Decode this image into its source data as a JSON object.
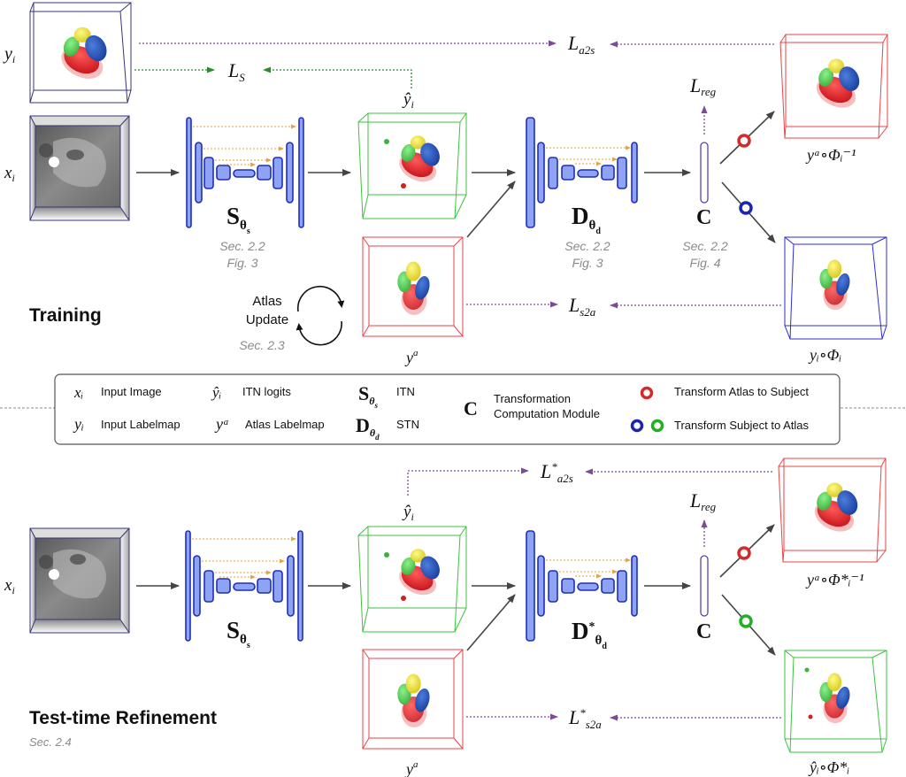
{
  "sections": {
    "training": {
      "title": "Training"
    },
    "test_time": {
      "title": "Test-time Refinement",
      "ref": "Sec. 2.4"
    }
  },
  "training": {
    "input_image_label": "x",
    "input_image_sub": "i",
    "input_labelmap_label": "y",
    "input_labelmap_sub": "i",
    "loss_s": {
      "main": "L",
      "sub": "S"
    },
    "loss_a2s": {
      "main": "L",
      "sub": "a2s"
    },
    "loss_s2a": {
      "main": "L",
      "sub": "s2a"
    },
    "loss_reg": {
      "main": "L",
      "sub": "reg"
    },
    "itn": {
      "main": "S",
      "sub": "θ",
      "subsub": "s",
      "ref1": "Sec. 2.2",
      "ref2": "Fig. 3"
    },
    "stn": {
      "main": "D",
      "sub": "θ",
      "subsub": "d",
      "ref1": "Sec. 2.2",
      "ref2": "Fig. 3"
    },
    "tcm": {
      "main": "C",
      "ref1": "Sec. 2.2",
      "ref2": "Fig. 4"
    },
    "yhat_label": "ŷ",
    "yhat_sub": "i",
    "atlas_label": "y",
    "atlas_sup": "a",
    "atlas_update": {
      "line1": "Atlas",
      "line2": "Update",
      "ref": "Sec. 2.3"
    },
    "output_a2s": "yᵃ∘Φᵢ⁻¹",
    "output_s2a": "yᵢ∘Φᵢ"
  },
  "test_time": {
    "input_image_label": "x",
    "input_image_sub": "i",
    "loss_a2s": {
      "main": "L",
      "star": "*",
      "sub": "a2s"
    },
    "loss_s2a": {
      "main": "L",
      "star": "*",
      "sub": "s2a"
    },
    "loss_reg": {
      "main": "L",
      "sub": "reg"
    },
    "itn": {
      "main": "S",
      "sub": "θ",
      "subsub": "s"
    },
    "stn": {
      "main": "D",
      "star": "*",
      "sub": "θ",
      "subsub": "d"
    },
    "tcm": {
      "main": "C"
    },
    "yhat_label": "ŷ",
    "yhat_sub": "i",
    "atlas_label": "y",
    "atlas_sup": "a",
    "output_a2s": "yᵃ∘Φ*ᵢ⁻¹",
    "output_s2a": "ŷᵢ∘Φ*ᵢ"
  },
  "legend": {
    "items": [
      {
        "symbol": "xᵢ",
        "text": "Input Image"
      },
      {
        "symbol": "yᵢ",
        "text": "Input Labelmap"
      },
      {
        "symbol": "ŷᵢ",
        "text": "ITN logits"
      },
      {
        "symbol": "yᵃ",
        "text": "Atlas Labelmap"
      },
      {
        "symbol": "Sθs",
        "text": "ITN"
      },
      {
        "symbol": "Dθd",
        "text": "STN"
      },
      {
        "symbol": "C",
        "text_line1": "Transformation",
        "text_line2": "Computation Module"
      },
      {
        "symbol": "red-ring",
        "text": "Transform Atlas to Subject"
      },
      {
        "symbol": "blue-green-rings",
        "text": "Transform Subject to Atlas"
      }
    ]
  },
  "colors": {
    "ring_atlas_to_subject": "#d42a2a",
    "ring_subject_to_atlas_blue": "#1a25b0",
    "ring_subject_to_atlas_green": "#22b022",
    "loss_arrow_purple": "#7b4a9c",
    "loss_arrow_green": "#2d8a2d",
    "network_fill": "#8fa3f5",
    "network_stroke": "#1f2fb5",
    "skip_connection": "#e6a23c",
    "box_red": "#e8434a",
    "box_green": "#3ec23e",
    "box_blue": "#2e2ed0",
    "box_navy": "#34347a"
  }
}
